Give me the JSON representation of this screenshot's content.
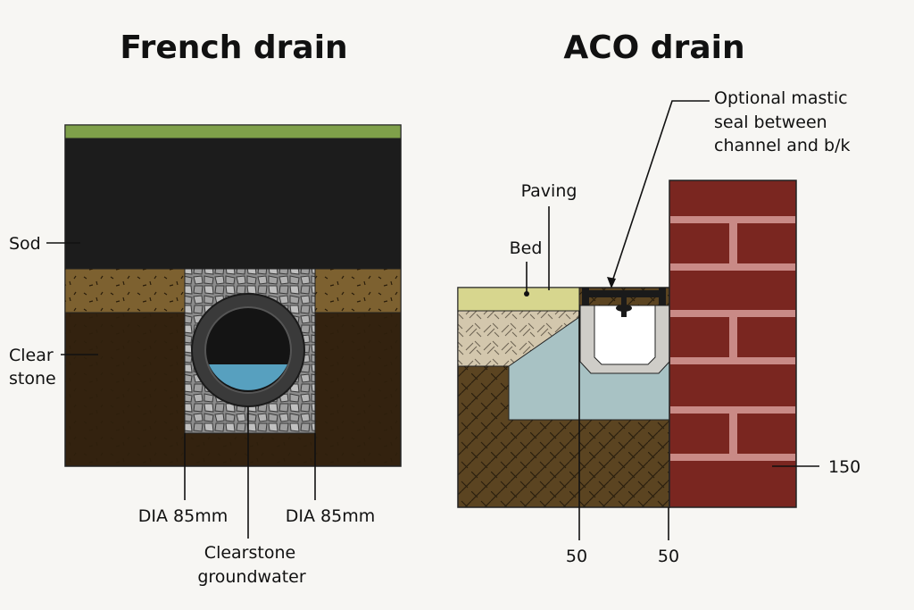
{
  "french": {
    "title": "French drain",
    "labels": {
      "sod": "Sod",
      "clear_stone_1": "Clear",
      "clear_stone_2": "stone",
      "dia_left": "DIA 85mm",
      "dia_right": "DIA 85mm",
      "clearstone_1": "Clearstone",
      "clearstone_2": "groundwater"
    }
  },
  "aco": {
    "title": "ACO drain",
    "labels": {
      "paving": "Paving",
      "bed": "Bed",
      "mastic_1": "Optional mastic",
      "mastic_2": "seal between",
      "mastic_3": "channel and b/k",
      "dim_150": "150",
      "dim_50_left": "50",
      "dim_50_right": "50"
    }
  },
  "colors": {
    "grass": "#7fa04a",
    "topsoil": "#1c1c1c",
    "sand": "#7d6130",
    "soil": "#33220f",
    "gravel": "#9a9a9a",
    "water": "#57a0bf",
    "paving": "#d7d68e",
    "bed": "#d3c7ad",
    "concrete": "#a8c2c4",
    "brick": "#7a2620",
    "mortar": "#c98a86"
  }
}
